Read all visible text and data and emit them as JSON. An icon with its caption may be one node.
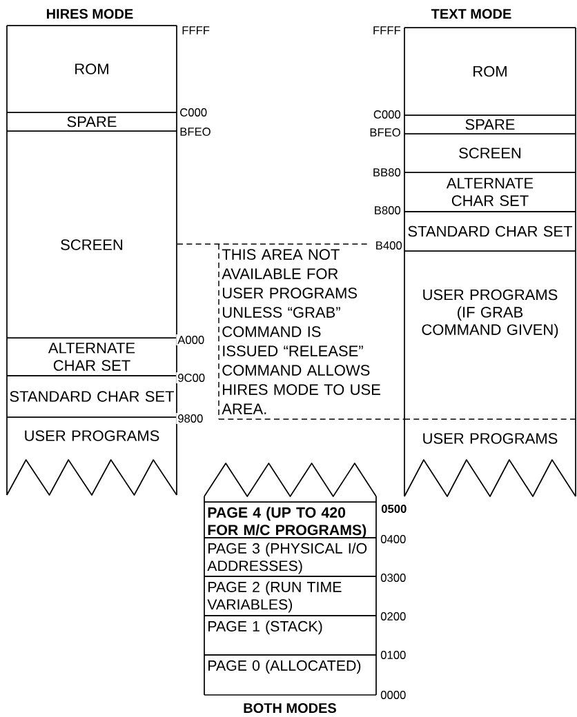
{
  "diagram": {
    "nodes": [
      {
        "text": [
          "ROM"
        ]
      },
      {
        "text": [
          "SPARE"
        ]
      },
      {
        "text": [
          "SCREEN"
        ]
      },
      {
        "text": [
          "ALTERNATE CHAR SET"
        ]
      },
      {
        "text": [
          "STANDARD CHAR SET"
        ]
      },
      {
        "text": [
          "USER PROGRAMS"
        ]
      },
      {
        "text": [
          "THIS AREA NOT AVAILABLE FOR USER PROGRAMS UNLESS “GRAB” COMMAND IS ISSUED “RELEASE” COMMAND ALLOWS HIRES MODE TO USE AREA."
        ]
      },
      {
        "text": [
          "ROM"
        ]
      },
      {
        "text": [
          "SPARE"
        ]
      },
      {
        "text": [
          "SCREEN"
        ]
      },
      {
        "text": [
          "ALTERNATE CHAR SET"
        ]
      },
      {
        "text": [
          "STANDARD CHAR SET"
        ]
      },
      {
        "text": [
          "USER PROGRAMS (IF GRAB COMMAND GIVEN)"
        ]
      },
      {
        "text": [
          "USER PROGRAMS"
        ]
      },
      {
        "text": [
          "PAGE 4 (UP TO 420 FOR M/C PROGRAMS)"
        ]
      },
      {
        "text": [
          "PAGE 3 (PHYSICAL I/O ADDRESSES)"
        ]
      },
      {
        "text": [
          "PAGE 2 (RUN TIME VARIABLES)"
        ]
      },
      {
        "text": [
          "PAGE 1 (STACK)"
        ]
      },
      {
        "text": [
          "PAGE 0 (ALLOCATED)"
        ]
      }
    ],
    "labels": [
      "HIRES MODE",
      "FFFF",
      "C000",
      "BFEO",
      "A000",
      "9C00",
      "9800",
      "TEXT MODE",
      "FFFF",
      "C000",
      "BFEO",
      "BB80",
      "B800",
      "B400",
      "0500",
      "0400",
      "0300",
      "0200",
      "0100",
      "0000",
      "BOTH MODES"
    ]
  }
}
